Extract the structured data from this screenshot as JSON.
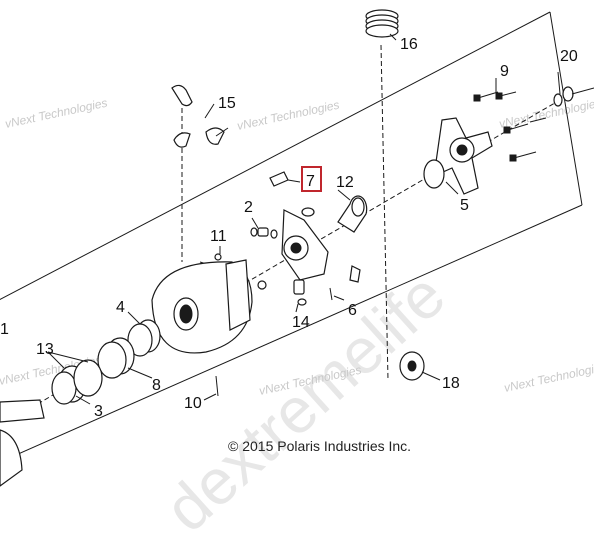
{
  "copyright": "© 2015 Polaris Industries Inc.",
  "watermark_large": "dextremelife",
  "watermark_small": "vNext Technologies",
  "highlight_color": "#c0262d",
  "callouts": {
    "p1": "1",
    "p2": "2",
    "p3": "3",
    "p4": "4",
    "p5": "5",
    "p6": "6",
    "p7": "7",
    "p8": "8",
    "p9": "9",
    "p10": "10",
    "p11": "11",
    "p12": "12",
    "p13": "13",
    "p14": "14",
    "p15": "15",
    "p16": "16",
    "p18": "18",
    "p20": "20"
  },
  "highlighted_callout": "7"
}
